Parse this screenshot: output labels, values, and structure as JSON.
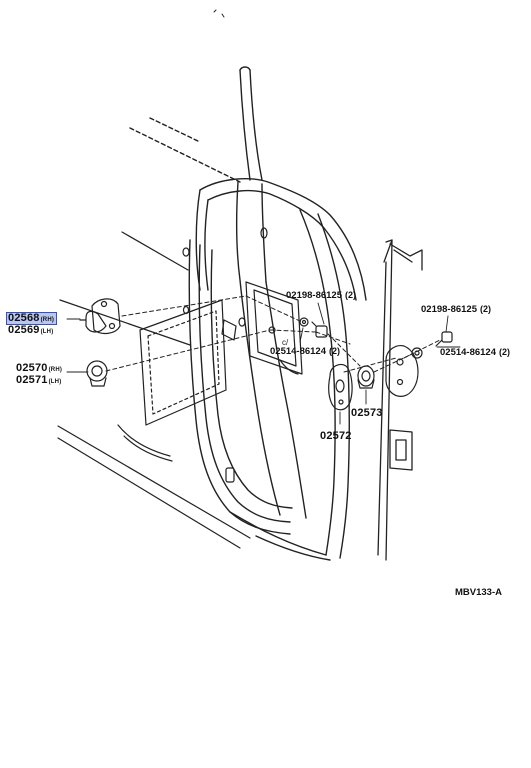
{
  "labels": {
    "p02568": {
      "num": "02568",
      "side": "(RH)"
    },
    "p02569": {
      "num": "02569",
      "side": "(LH)"
    },
    "p02570": {
      "num": "02570",
      "side": "(RH)"
    },
    "p02571": {
      "num": "02571",
      "side": "(LH)"
    },
    "bolt_left": {
      "num": "02198-86125",
      "qty": "(2)"
    },
    "bolt_right": {
      "num": "02198-86125",
      "qty": "(2)"
    },
    "washer_left": {
      "num": "02514-86124",
      "qty": "(2)"
    },
    "washer_right": {
      "num": "02514-86124",
      "qty": "(2)"
    },
    "p02572": {
      "num": "02572"
    },
    "p02573": {
      "num": "02573"
    }
  },
  "diagram_code": "MBV133-A",
  "colors": {
    "line": "#222222",
    "highlight_fill": "#b9c6ef",
    "highlight_border": "#3350c8"
  }
}
